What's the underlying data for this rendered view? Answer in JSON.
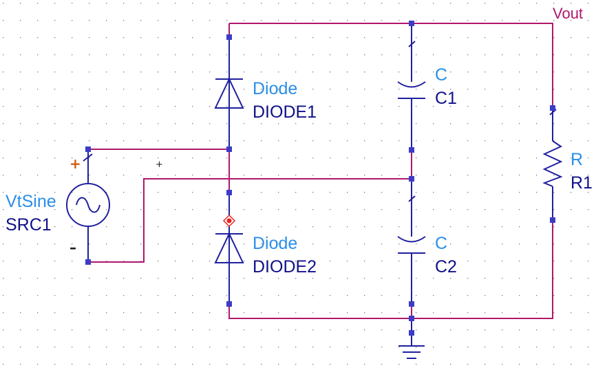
{
  "net_labels": {
    "output": "Vout"
  },
  "source": {
    "type": "VtSine",
    "name": "SRC1",
    "plus": "+",
    "minus": "–"
  },
  "diode1": {
    "type": "Diode",
    "name": "DIODE1"
  },
  "diode2": {
    "type": "Diode",
    "name": "DIODE2"
  },
  "cap1": {
    "type": "C",
    "name": "C1"
  },
  "cap2": {
    "type": "C",
    "name": "C2"
  },
  "resistor": {
    "type": "R",
    "name": "R1"
  },
  "cursor_mark": "+",
  "colors": {
    "wire": "#b0166b",
    "component": "#1f1f9f",
    "type_label": "#2a8ee8",
    "name_label": "#10108a",
    "selected": "#e8231e"
  }
}
